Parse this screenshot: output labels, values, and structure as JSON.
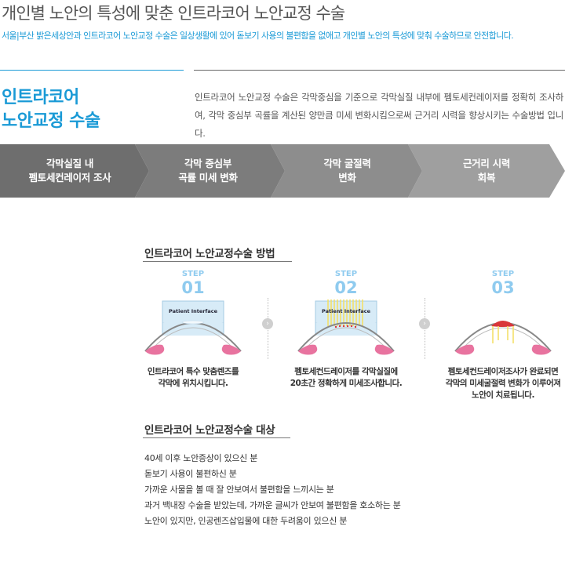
{
  "header": {
    "title": "개인별 노안의 특성에 맞춘 인트라코어 노안교정 수술",
    "subtitle": "서울|부산 밝은세상안과  인트라코어 노안교정 수술은 일상생활에 있어 돋보기 사용의 불편함을 없애고 개인별 노안의 특성에 맞춰 수술하므로 안전합니다."
  },
  "section": {
    "heading_line1": "인트라코어",
    "heading_line2": "노안교정 수술",
    "intro": "인트라코어 노안교정 수술은 각막중심을 기준으로 각막실질 내부에 펨토세컨레이저를 정확히 조사하여, 각막 중심부 곡률을 계산된 양만큼 미세 변화시킴으로써 근거리 시력을 향상시키는 수술방법 입니다."
  },
  "process": [
    {
      "line1": "각막실질 내",
      "line2": "펨토세컨레이저 조사"
    },
    {
      "line1": "각막 중심부",
      "line2": "곡률 미세 변화"
    },
    {
      "line1": "각막 굴절력",
      "line2": "변화"
    },
    {
      "line1": "근거리 시력",
      "line2": "회복"
    }
  ],
  "colors": {
    "accent": "#1a9ad6",
    "step_blue": "#8fcbef",
    "chevrons": [
      "#6e6e6e",
      "#7c7c7c",
      "#8d8d8d",
      "#9f9f9f"
    ],
    "tissue_pink": "#e8739f",
    "laser_yellow": "#f3e06a",
    "treated_red": "#d9363a"
  },
  "method": {
    "title": "인트라코어 노안교정수술 방법",
    "steps": [
      {
        "label": "STEP",
        "num": "01",
        "device": "Patient Interface",
        "desc1": "인트라코어 특수 맞춤렌즈를",
        "desc2": "각막에 위치시킵니다.",
        "desc3": ""
      },
      {
        "label": "STEP",
        "num": "02",
        "device": "Patient Interface",
        "desc1": "펨토세컨드레이저를 각막실질에",
        "desc2": "20초간 정확하게 미세조사합니다.",
        "desc3": ""
      },
      {
        "label": "STEP",
        "num": "03",
        "device": "",
        "desc1": "펨토세컨드레이저조사가 완료되면",
        "desc2": "각막의 미세굴절력 변화가 이루어져",
        "desc3": "노안이 치료됩니다."
      }
    ],
    "arrow_icon": "chevron-right-icon"
  },
  "candidates": {
    "title": "인트라코어 노안교정수술 대상",
    "items": [
      "40세 이후 노안증상이 있으신 분",
      "돋보기 사용이 불편하신 분",
      "가까운 사물을 볼 때 잘 안보여서 불편함을 느끼시는 분",
      "과거 백내장 수술을 받았는데, 가까운 글씨가 안보여 불편함을 호소하는 분",
      "노안이 있지만, 인공렌즈삽입물에 대한 두려움이 있으신 분"
    ]
  }
}
